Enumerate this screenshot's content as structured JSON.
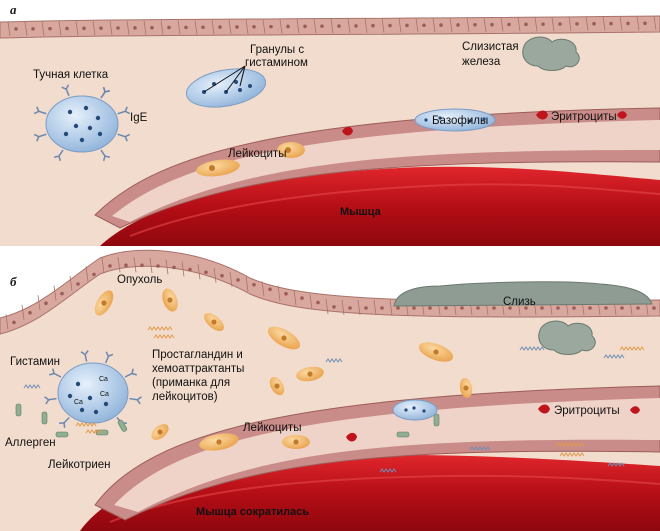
{
  "panel_a": {
    "letter": "а",
    "labels": {
      "mast_cell": "Тучная клетка",
      "ige": "IgE",
      "granules_line1": "Гранулы с",
      "granules_line2": "гистамином",
      "mucous_line1": "Слизистая",
      "mucous_line2": "железа",
      "basophils": "Базофилы",
      "erythrocytes": "Эритроциты",
      "leukocytes": "Лейкоциты",
      "muscle": "Мышца"
    }
  },
  "panel_b": {
    "letter": "б",
    "labels": {
      "swelling": "Опухоль",
      "mucus": "Слизь",
      "histamine": "Гистамин",
      "prostaglandin_line1": "Простагландин и",
      "prostaglandin_line2": "хемоаттрактанты",
      "prostaglandin_line3": "(приманка для",
      "prostaglandin_line4": "лейкоцитов)",
      "allergen": "Аллерген",
      "leukotriene": "Лейкотриен",
      "leukocytes": "Лейкоциты",
      "erythrocytes": "Эритроциты",
      "muscle": "Мышца сократилась",
      "ion1": "Ca",
      "ion2": "Ca",
      "ion3": "Ca"
    }
  },
  "colors": {
    "tissue": "#f2dccd",
    "epithelium": "#d7a79d",
    "vessel_wall": "#c98c88",
    "vessel_lumen": "#efd2c8",
    "muscle": "#c8141c",
    "mast_cell": "#a9c6e6",
    "leukocyte": "#f1b768",
    "mucus": "#8e9c93"
  }
}
